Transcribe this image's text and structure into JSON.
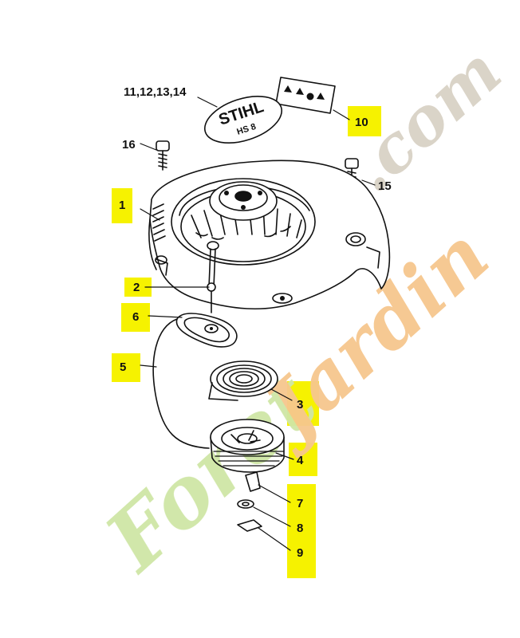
{
  "labels": {
    "p1": "1",
    "p2": "2",
    "p3": "3",
    "p4": "4",
    "p5": "5",
    "p6": "6",
    "p7": "7",
    "p8": "8",
    "p9": "9",
    "p10": "10",
    "p11_14": "11,12,13,14",
    "p15": "15",
    "p16": "16"
  },
  "cover": {
    "brand": "STIHL",
    "model": "HS 8"
  },
  "watermark": {
    "text_green": "Foret",
    "text_orange": "Jardin",
    "text_end": ".com"
  },
  "colors": {
    "highlight": "#f6f200",
    "line": "#111111",
    "watermark_green": "#cfe6a6",
    "watermark_orange": "#f6c78e",
    "watermark_gray": "#d9d2c6"
  }
}
